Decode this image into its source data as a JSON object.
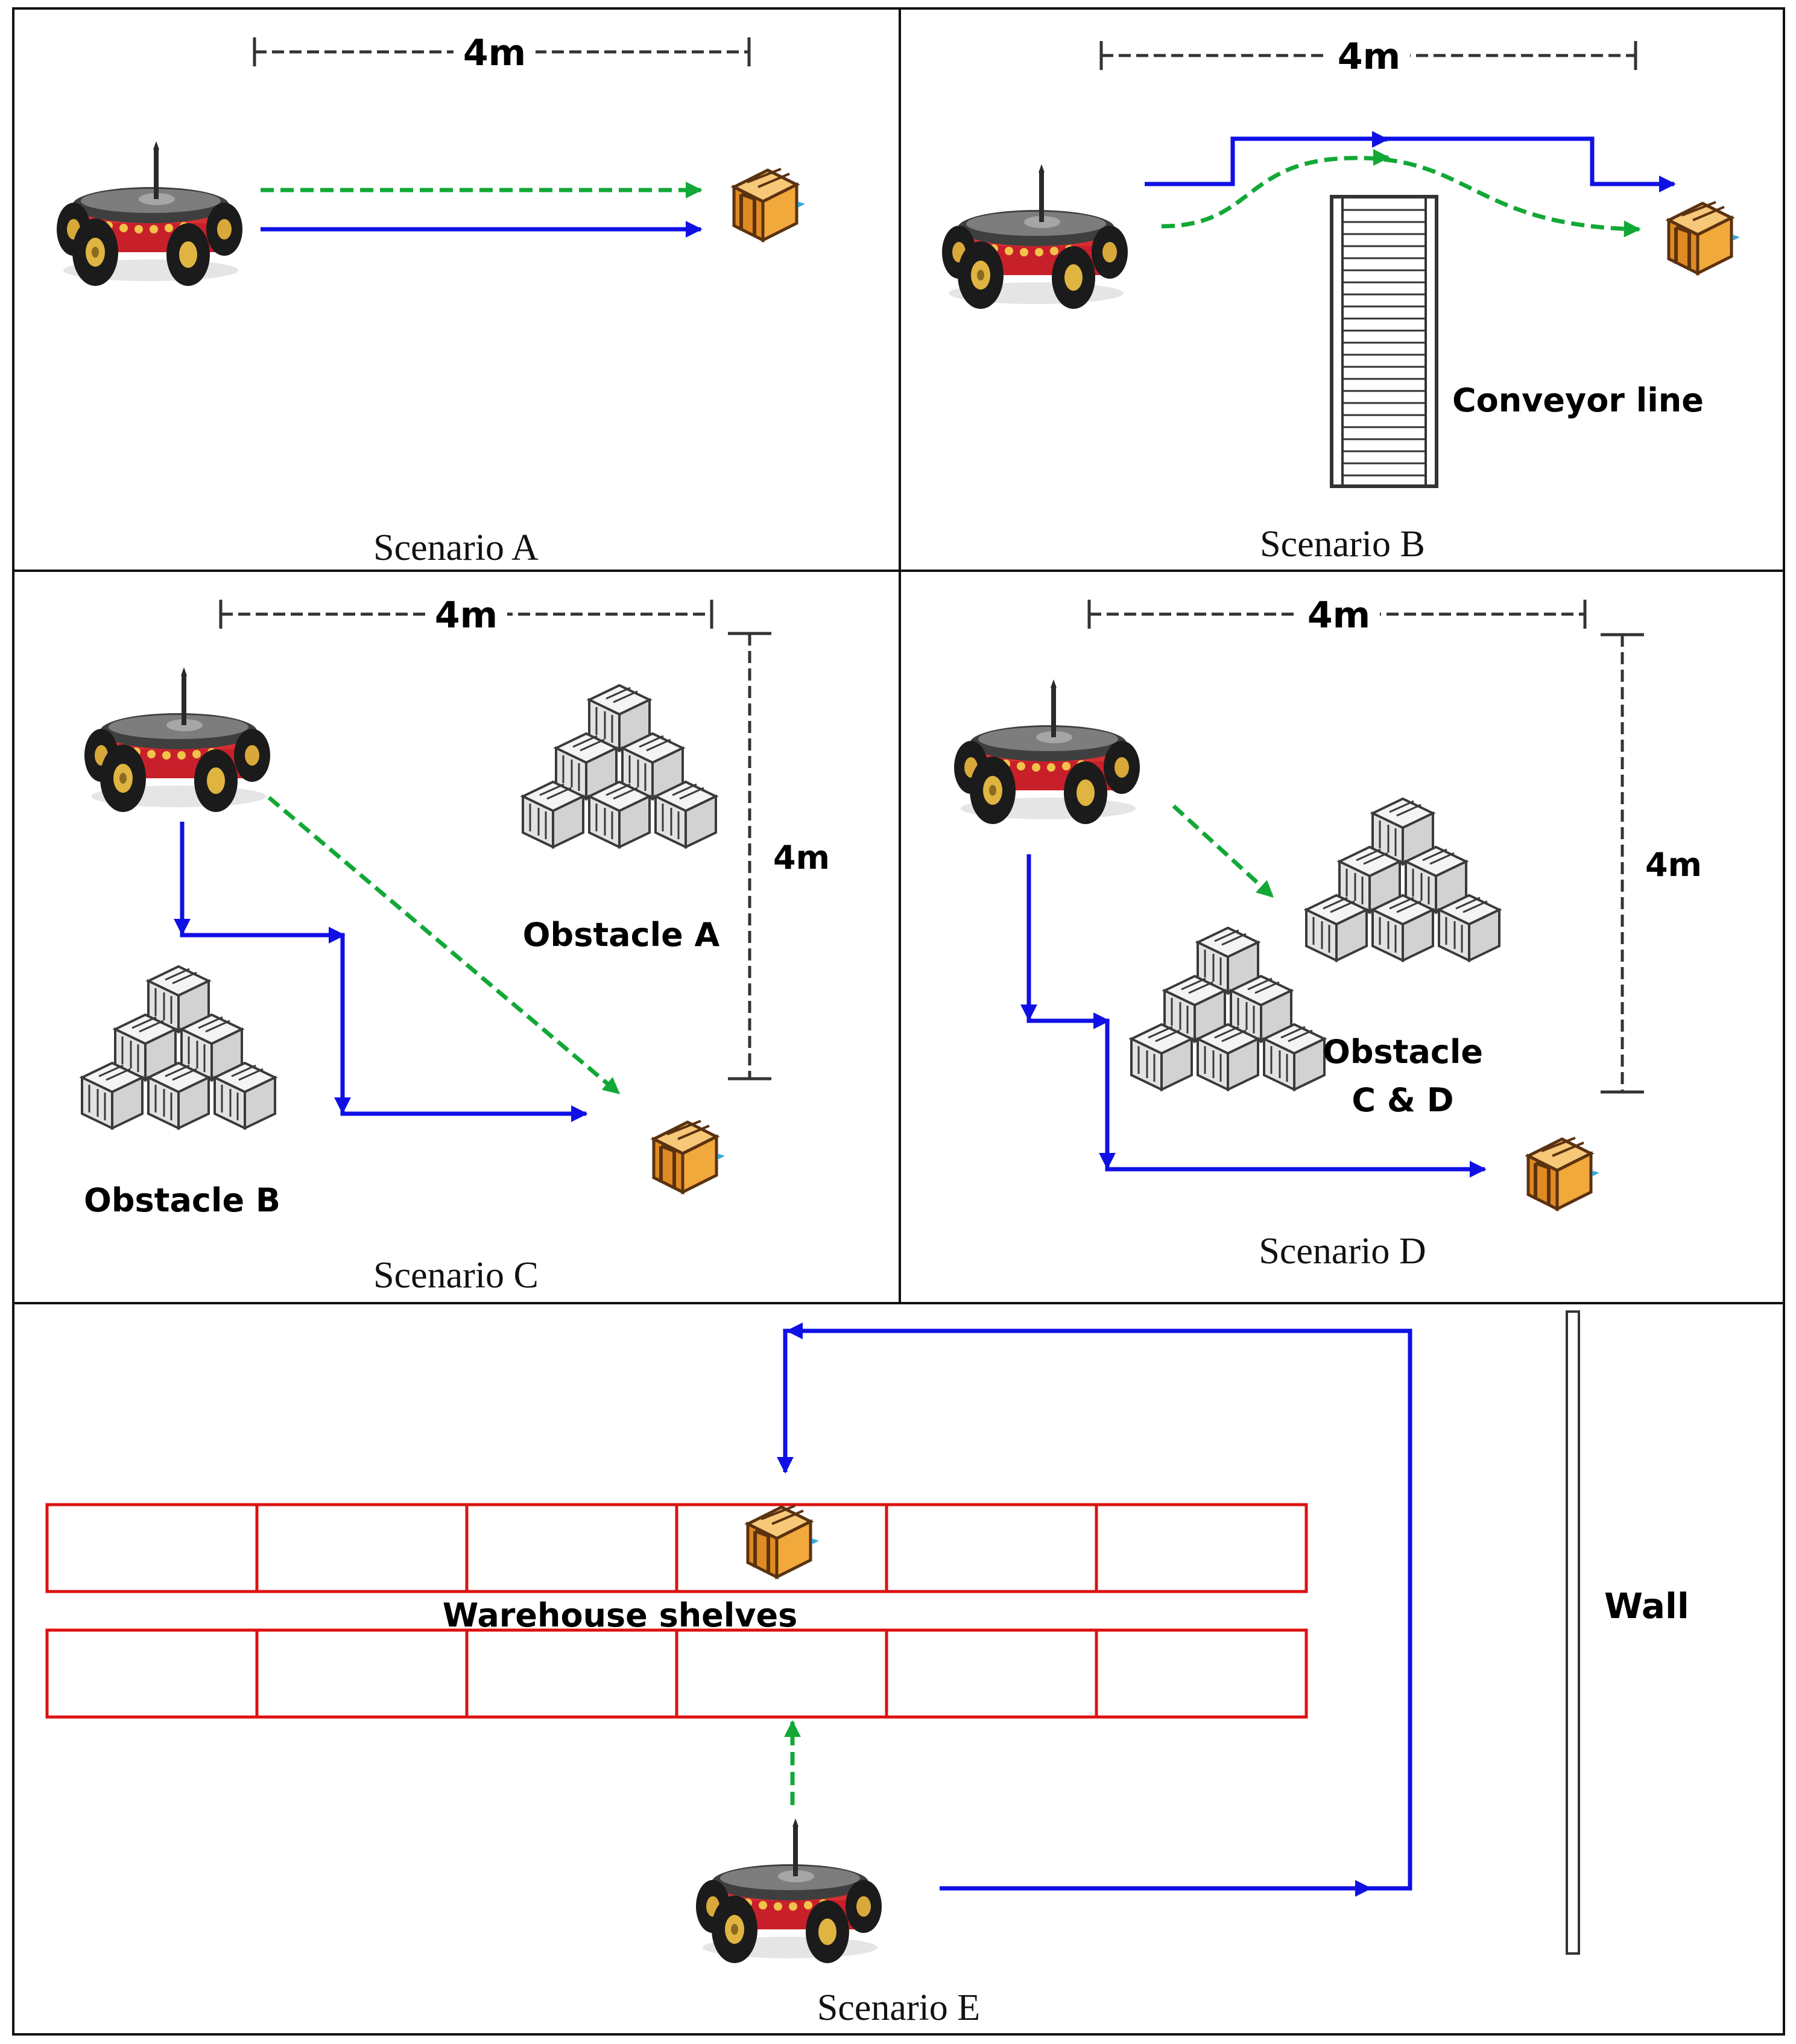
{
  "colors": {
    "planned_path": "#1010e6",
    "alt_path": "#12a836",
    "shelf": "#dd1111",
    "robot_body": "#c8202a",
    "box": "#f0a030"
  },
  "scenarios": {
    "a": {
      "title": "Scenario A",
      "distance": "4m"
    },
    "b": {
      "title": "Scenario B",
      "distance": "4m",
      "conveyor_label": "Conveyor line"
    },
    "c": {
      "title": "Scenario C",
      "distance_h": "4m",
      "distance_v": "4m",
      "obstacle_a": "Obstacle A",
      "obstacle_b": "Obstacle B"
    },
    "d": {
      "title": "Scenario D",
      "distance_h": "4m",
      "distance_v": "4m",
      "obstacle_line1": "Obstacle",
      "obstacle_line2": "C & D"
    },
    "e": {
      "title": "Scenario E",
      "shelves_label": "Warehouse shelves",
      "wall_label": "Wall"
    }
  }
}
